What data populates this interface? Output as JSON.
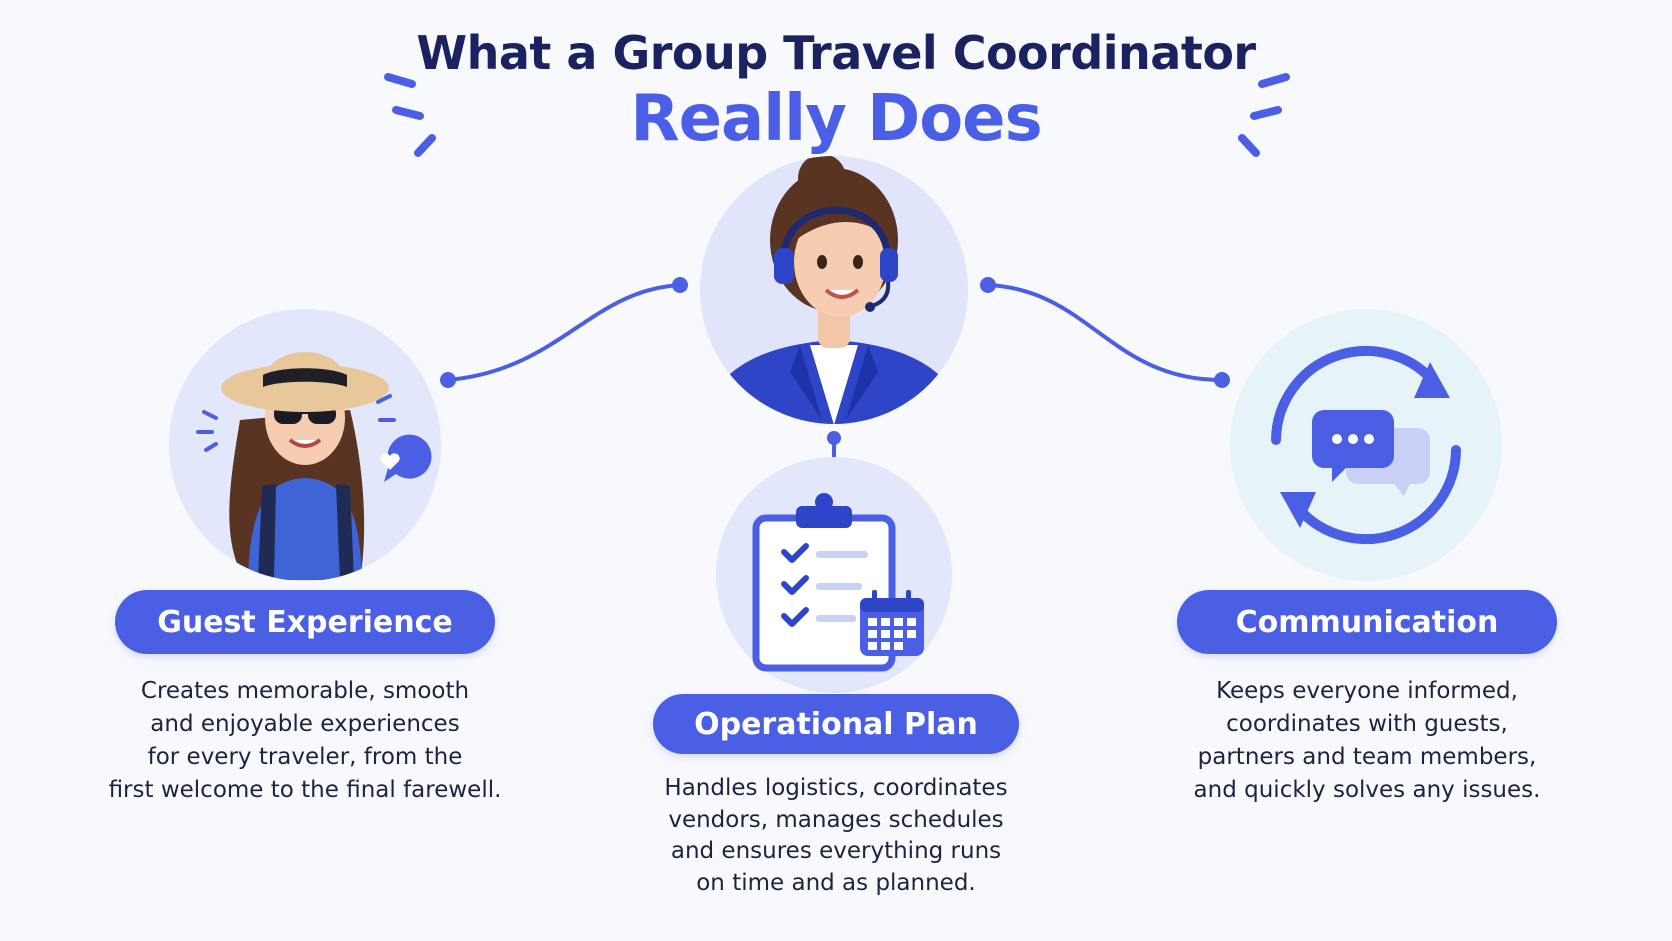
{
  "title": {
    "line1": "What a Group Travel Coordinator",
    "line2": "Really Does"
  },
  "colors": {
    "accent": "#4b5fe4",
    "title_dark": "#1b2260",
    "circle_fill": "#e3e7fb",
    "circle_fill_light": "#e6f4fa"
  },
  "roles": [
    {
      "label": "Guest Experience",
      "icon": "traveler-woman-icon",
      "lines": [
        "Creates memorable, smooth",
        "and enjoyable experiences",
        "for every traveler, from the",
        "first welcome to the final farewell."
      ]
    },
    {
      "label": "Operational Plan",
      "icon": "clipboard-calendar-icon",
      "lines": [
        "Handles logistics, coordinates",
        "vendors, manages schedules",
        "and ensures everything runs",
        "on time and as planned."
      ]
    },
    {
      "label": "Communication",
      "icon": "chat-sync-icon",
      "lines": [
        "Keeps everyone informed,",
        "coordinates with guests,",
        "partners and team members,",
        "and quickly solves any issues."
      ]
    }
  ],
  "center_icon": "coordinator-headset-icon"
}
